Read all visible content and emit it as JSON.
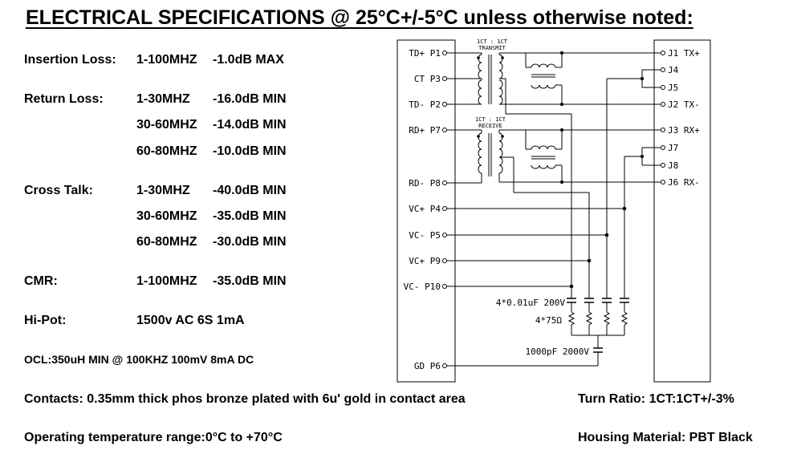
{
  "title": "ELECTRICAL SPECIFICATIONS @ 25°C+/-5°C unless otherwise noted:",
  "specs": {
    "insertion_loss": {
      "label": "Insertion Loss:",
      "range": "1-100MHZ",
      "value": "-1.0dB MAX"
    },
    "return_loss": {
      "label": "Return Loss:",
      "rows": [
        {
          "range": "1-30MHZ",
          "value": "-16.0dB MIN"
        },
        {
          "range": "30-60MHZ",
          "value": "-14.0dB MIN"
        },
        {
          "range": "60-80MHZ",
          "value": "-10.0dB MIN"
        }
      ]
    },
    "cross_talk": {
      "label": "Cross Talk:",
      "rows": [
        {
          "range": "1-30MHZ",
          "value": "-40.0dB MIN"
        },
        {
          "range": "30-60MHZ",
          "value": "-35.0dB MIN"
        },
        {
          "range": "60-80MHZ",
          "value": "-30.0dB MIN"
        }
      ]
    },
    "cmr": {
      "label": "CMR:",
      "range": "1-100MHZ",
      "value": "-35.0dB MIN"
    },
    "hipot": {
      "label": "Hi-Pot:",
      "value": "1500v AC 6S 1mA"
    },
    "ocl": "OCL:350uH MIN @ 100KHZ 100mV 8mA DC"
  },
  "footer": {
    "contacts": "Contacts: 0.35mm thick phos bronze plated with 6u' gold in contact area",
    "temperature": "Operating temperature range:0°C to +70°C",
    "turn_ratio": "Turn Ratio: 1CT:1CT+/-3%",
    "housing": "Housing Material: PBT Black"
  },
  "schematic": {
    "left_pins": [
      "TD+ P1",
      "CT P3",
      "TD- P2",
      "RD+ P7",
      "RD- P8",
      "VC+ P4",
      "VC- P5",
      "VC+ P9",
      "VC- P10",
      "GD P6"
    ],
    "right_pins": [
      "J1 TX+",
      "J4",
      "J5",
      "J2 TX-",
      "J3 RX+",
      "J7",
      "J8",
      "J6 RX-"
    ],
    "transmit_label": "1CT : 1CT",
    "transmit_sub": "TRANSMIT",
    "receive_label": "1CT : 1CT",
    "receive_sub": "RECEIVE",
    "cap_label": "4*0.01uF 200V",
    "res_label": "4*75Ω",
    "gnd_cap_label": "1000pF 2000V"
  }
}
